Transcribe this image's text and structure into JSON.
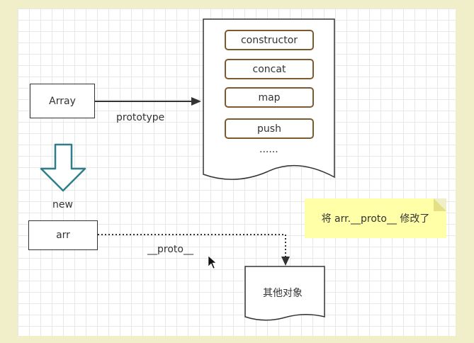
{
  "diagram": {
    "array_node": "Array",
    "prototype_edge_label": "prototype",
    "prototype_doc": {
      "methods": [
        "constructor",
        "concat",
        "map",
        "push"
      ],
      "ellipsis": "......"
    },
    "new_label": "new",
    "arr_node": "arr",
    "proto_edge_label": "__proto__",
    "other_object": "其他对象",
    "note": "将 arr.__proto__ 修改了"
  },
  "colors": {
    "background": "#f1efc9",
    "grid": "#e7e7e7",
    "method_border": "#7a5a2e",
    "note_fill": "#ffffa8",
    "arrow_teal": "#2f7f8a"
  }
}
